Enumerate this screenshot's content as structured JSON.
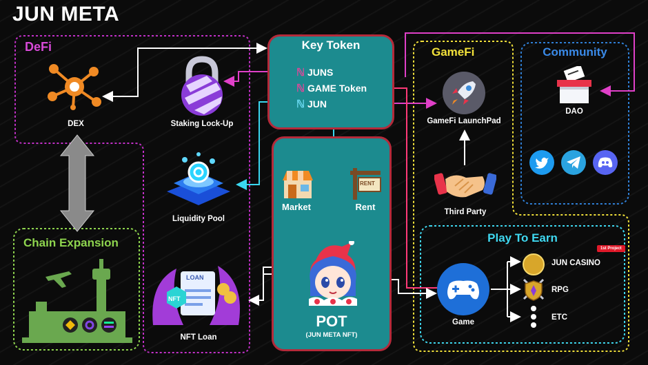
{
  "title": "JUN META",
  "defi": {
    "title": "DeFi",
    "dex": "DEX",
    "staking": "Staking Lock-Up",
    "liquidity": "Liquidity Pool",
    "nft_loan": "NFT Loan",
    "nft_loan_sign": "LOAN",
    "nft_badge": "NFT"
  },
  "chain": {
    "title": "Chain Expansion"
  },
  "key_token": {
    "title": "Key Token",
    "tokens": [
      "JUNS",
      "GAME Token",
      "JUN"
    ]
  },
  "pot": {
    "market": "Market",
    "rent": "Rent",
    "rent_sign": "RENT",
    "name": "POT",
    "subtitle": "(JUN META NFT)"
  },
  "gamefi": {
    "title": "GameFi",
    "launchpad": "GameFi LaunchPad",
    "third_party": "Third Party"
  },
  "community": {
    "title": "Community",
    "dao": "DAO",
    "socials": [
      "twitter-icon",
      "telegram-icon",
      "discord-icon"
    ]
  },
  "play_to_earn": {
    "title": "Play To Earn",
    "game": "Game",
    "items": [
      "JUN CASINO",
      "RPG",
      "ETC"
    ],
    "casino_badge": "1st Project"
  },
  "colors": {
    "defi": "#c230c8",
    "chain": "#8ed44e",
    "gamefi": "#f2e13a",
    "community": "#2f7fd6",
    "play_to_earn": "#3fd8f0",
    "teal": "#1c8b8f",
    "key_border": "#b42a3a",
    "magenta_line": "#d43cc8",
    "cyan_line": "#3ad8f0"
  }
}
